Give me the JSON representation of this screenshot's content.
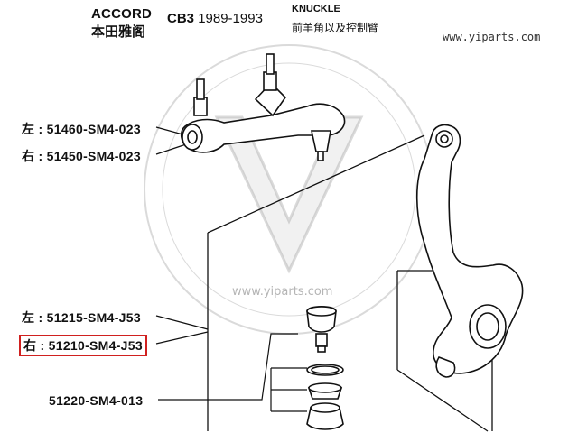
{
  "header": {
    "model": "ACCORD",
    "model_cn": "本田雅阁",
    "chassis": "CB3",
    "years": "1989-1993",
    "title": "KNUCKLE",
    "title_cn": "前羊角以及控制臂",
    "website": "www.yiparts.com"
  },
  "watermark": {
    "text": "www.yiparts.com",
    "brand": "YIPARTS"
  },
  "parts": [
    {
      "label": "左 : 51460-SM4-023",
      "highlighted": false
    },
    {
      "label": "右 : 51450-SM4-023",
      "highlighted": false
    },
    {
      "label": "左 : 51215-SM4-J53",
      "highlighted": false
    },
    {
      "label": "右 : 51210-SM4-J53",
      "highlighted": true
    },
    {
      "label": "51220-SM4-013",
      "highlighted": false
    }
  ],
  "colors": {
    "highlight": "#d0201f",
    "line": "#111111"
  }
}
